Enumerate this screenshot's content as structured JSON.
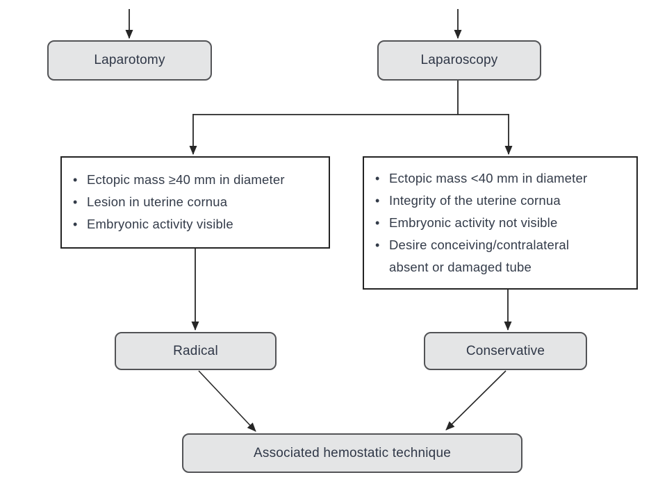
{
  "glyphs": {
    "bullet": "•"
  },
  "colors": {
    "node_fill": "#e4e5e6",
    "node_border": "#525356",
    "criteria_border": "#232323",
    "arrow": "#262626",
    "text": "#323a48",
    "background": "#ffffff"
  },
  "nodes": {
    "laparotomy": {
      "label": "Laparotomy"
    },
    "laparoscopy": {
      "label": "Laparoscopy"
    },
    "radical": {
      "label": "Radical"
    },
    "conservative": {
      "label": "Conservative"
    },
    "technique": {
      "label": "Associated hemostatic technique"
    }
  },
  "criteria_radical": {
    "items": [
      "Ectopic mass ≥40 mm in diameter",
      "Lesion in uterine cornua",
      "Embryonic activity visible"
    ]
  },
  "criteria_conservative": {
    "items": [
      "Ectopic mass <40 mm in diameter",
      "Integrity of the uterine cornua",
      "Embryonic activity not visible",
      "Desire conceiving/contralateral absent or damaged tube"
    ]
  }
}
